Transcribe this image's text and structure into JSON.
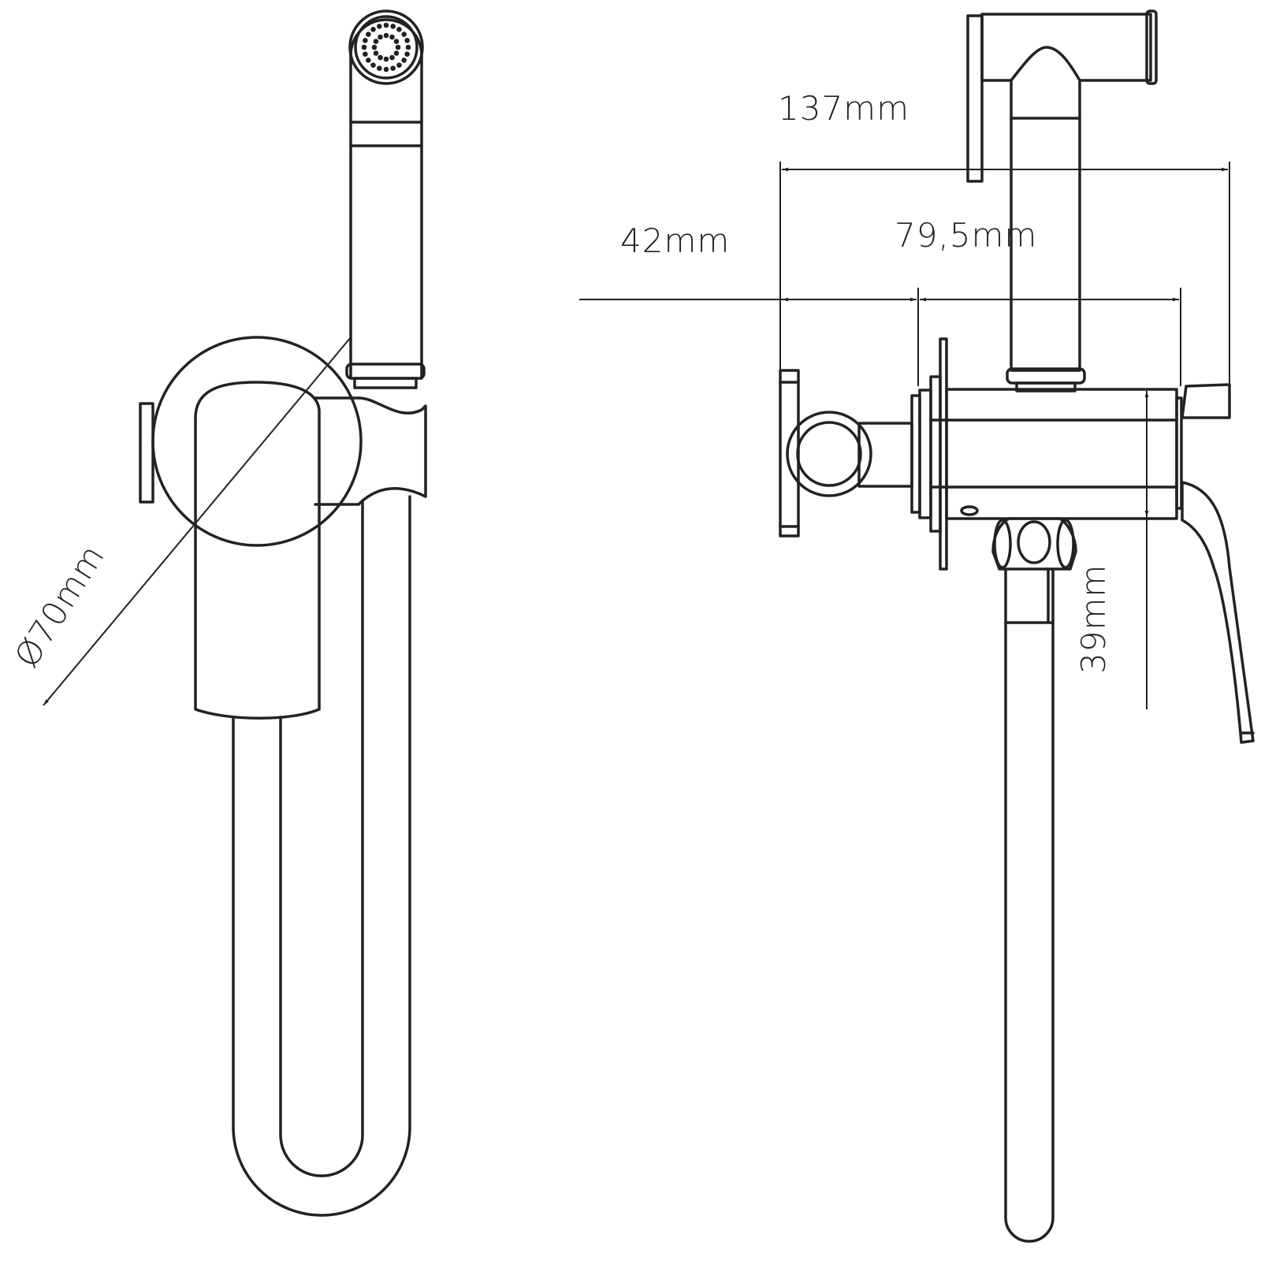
{
  "title": "Hygienic shower set technical drawing",
  "dimensions": {
    "overall_depth": "137mm",
    "plate_to_body": "42mm",
    "body_length": "79,5mm",
    "body_height": "39mm",
    "plate_diameter": "Ø70mm"
  },
  "colors": {
    "line": "#222222",
    "background": "#ffffff"
  }
}
